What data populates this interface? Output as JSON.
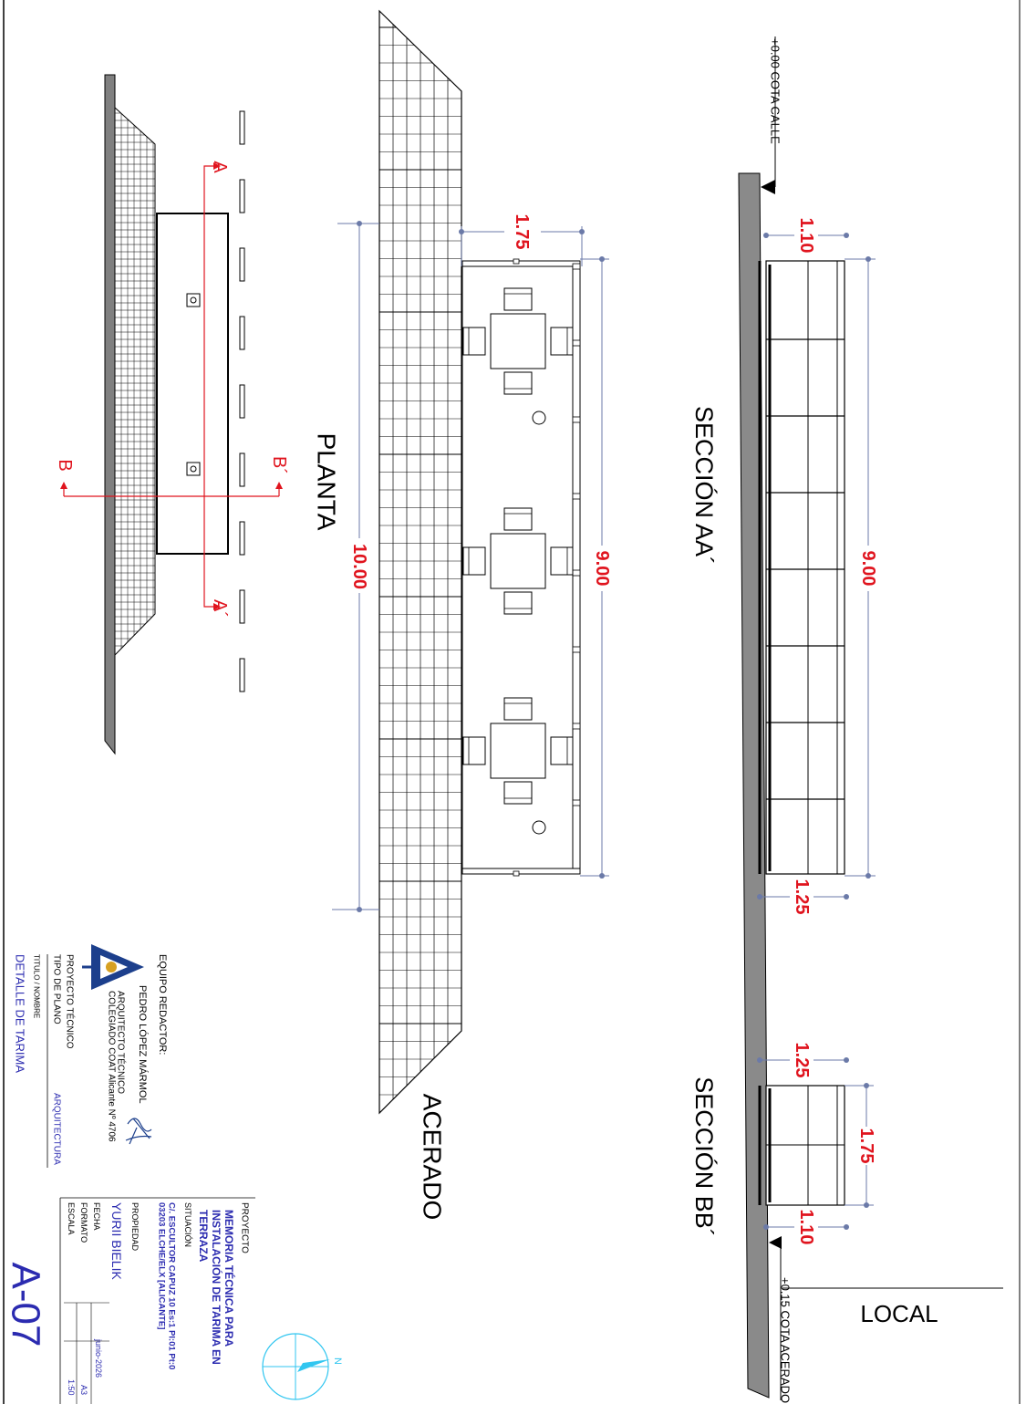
{
  "drawing": {
    "titles": {
      "plan": "PLANTA",
      "section_aa": "SECCIÓN AA´",
      "section_bb": "SECCIÓN BB´",
      "sidewalk": "ACERADO",
      "local": "LOCAL"
    },
    "levels": {
      "street": "+0.00 COTA CALLE",
      "sidewalk": "+0.15 COTA ACERADO"
    },
    "cut_markers": {
      "a_start": "A",
      "a_end": "A´",
      "b_start": "B",
      "b_end": "B´"
    },
    "dimensions": {
      "plan_depth": "1.75",
      "plan_length": "9.00",
      "plan_total": "10.00",
      "aa_top": "1.10",
      "aa_length": "9.00",
      "aa_bottom": "1.25",
      "bb_top": "1.25",
      "bb_depth": "1.75",
      "bb_bottom": "1.10"
    }
  },
  "title_block": {
    "team_label": "EQUIPO REDACTOR:",
    "author": "PEDRO LÓPEZ MÁRMOL",
    "role": "ARQUITECTO TÉCNICO",
    "college": "COLEGIADO COAT Alicante  Nº 4706",
    "project_type": "PROYECTO TÉCNICO",
    "plan_type_label": "TIPO DE PLANO",
    "plan_type_value": "ARQUITECTURA",
    "title_label": "TITULO / NOMBRE",
    "title_value": "DETALLE DE TARIMA",
    "project_label": "PROYECTO",
    "project_line1": "MEMORIA TÉCNICA PARA",
    "project_line2": "INSTALACIÓN DE TARIMA EN",
    "project_line3": "TERRAZA",
    "location_label": "SITUACIÓN",
    "location_line1": "C/. ESCULTOR CAPUZ 10 Es:1 Pl:01 Pt:0",
    "location_line2": "03203 ELCHE/ELX [ALICANTE]",
    "owner_label": "PROPIEDAD",
    "owner_value": "YURII BIELIK",
    "date_label": "FECHA",
    "date_value": "junio-2026",
    "format_label": "FORMATO",
    "format_value": "A3",
    "scale_label": "ESCALA",
    "scale_value": "1:50",
    "sheet_number": "A-07",
    "north_label": "N"
  },
  "colors": {
    "dimension_red": "#e0141e",
    "title_blue": "#2b2bb0",
    "dim_line": "#6b7aa8",
    "north_cyan": "#31c6f0",
    "wall_gray": "#8a8a8a"
  }
}
